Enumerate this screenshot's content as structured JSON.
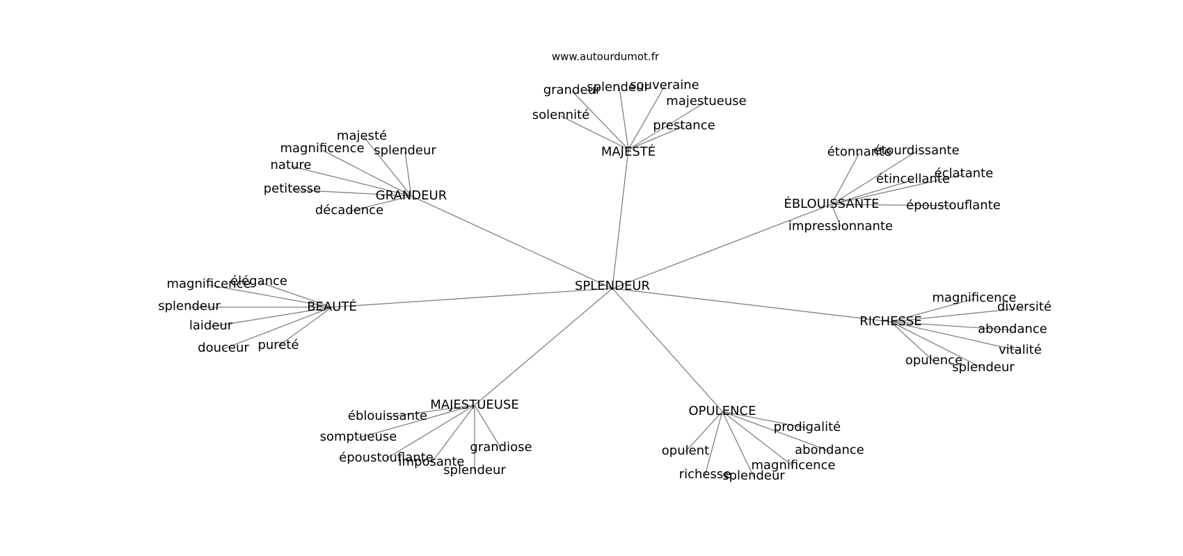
{
  "source": "www.autourdumot.fr",
  "colors": {
    "edge": "#808080",
    "text": "#000000",
    "background": "#ffffff"
  },
  "root": "SPLENDEUR",
  "groups": [
    {
      "label": "MAJESTÉ",
      "children": [
        "grandeur",
        "splendeur",
        "souveraine",
        "majestueuse",
        "solennité",
        "prestance"
      ]
    },
    {
      "label": "GRANDEUR",
      "children": [
        "majesté",
        "magnificence",
        "splendeur",
        "nature",
        "petitesse",
        "décadence"
      ]
    },
    {
      "label": "ÉBLOUISSANTE",
      "children": [
        "étonnante",
        "étourdissante",
        "éclatante",
        "étincellante",
        "époustouflante",
        "impressionnante"
      ]
    },
    {
      "label": "BEAUTÉ",
      "children": [
        "magnificence",
        "élégance",
        "splendeur",
        "laideur",
        "douceur",
        "pureté"
      ]
    },
    {
      "label": "RICHESSE",
      "children": [
        "magnificence",
        "diversité",
        "abondance",
        "vitalité",
        "opulence",
        "splendeur"
      ]
    },
    {
      "label": "MAJESTUEUSE",
      "children": [
        "éblouissante",
        "somptueuse",
        "époustouflante",
        "imposante",
        "splendeur",
        "grandiose"
      ]
    },
    {
      "label": "OPULENCE",
      "children": [
        "prodigalité",
        "abondance",
        "opulent",
        "richesse",
        "splendeur",
        "magnificence"
      ]
    }
  ]
}
